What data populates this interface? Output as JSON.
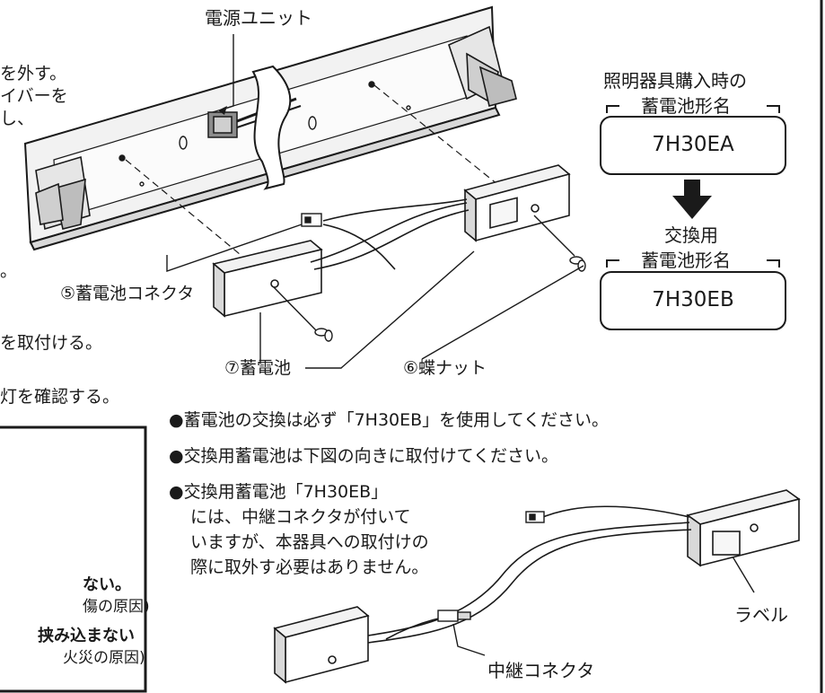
{
  "top_label": "電源ユニット",
  "left_cutoff": {
    "l1": "を外す。",
    "l2": "イバーを",
    "l3": "し、",
    "l4": "。",
    "l5": "を取付ける。",
    "l6": "灯を確認する。"
  },
  "callouts": {
    "connector": "⑤蓄電池コネクタ",
    "battery": "⑦蓄電池",
    "wingnut": "⑥蝶ナット",
    "label": "ラベル",
    "relay": "中継コネクタ"
  },
  "model_panel": {
    "original_title_1": "照明器具購入時の",
    "original_title_2": "蓄電池形名",
    "original_model": "7H30EA",
    "replace_title_1": "交換用",
    "replace_title_2": "蓄電池形名",
    "replace_model": "7H30EB"
  },
  "notes": {
    "n1": "●蓄電池の交換は必ず「7H30EB」を使用してください。",
    "n2": "●交換用蓄電池は下図の向きに取付けてください。",
    "n3_1": "●交換用蓄電池「7H30EB」",
    "n3_2": "には、中継コネクタが付いて",
    "n3_3": "いますが、本器具への取付けの",
    "n3_4": "際に取外す必要はありません。"
  },
  "warning_box": {
    "w1": "ない。",
    "w2": "傷の原因)",
    "w3": "挟み込まない",
    "w4": "火災の原因)"
  },
  "colors": {
    "line": "#1a1a1a",
    "fill_light": "#f2f2f2",
    "fill_mid": "#d9d9d9",
    "fill_dark": "#8c8c8c"
  }
}
